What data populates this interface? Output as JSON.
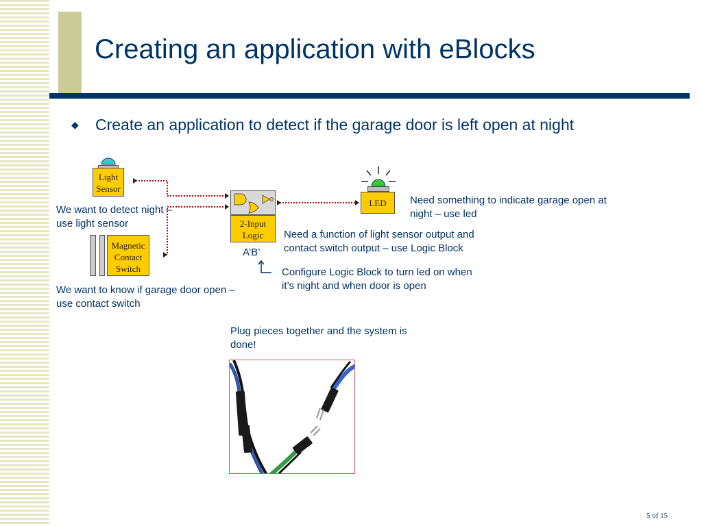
{
  "slide": {
    "title": "Creating an application with eBlocks",
    "bullet": "Create an application to detect if the garage door is left open at night",
    "page_number": "5 of 15"
  },
  "blocks": {
    "light_sensor": [
      "Light",
      "Sensor"
    ],
    "magnetic_switch": [
      "Magnetic",
      "Contact",
      "Switch"
    ],
    "logic": [
      "2-Input",
      "Logic"
    ],
    "led": "LED",
    "logic_expression": "A’B’"
  },
  "notes": {
    "detect_night": [
      "We want to detect night –",
      "use light sensor"
    ],
    "door_open": [
      "We want to know if garage door open –",
      "use contact switch"
    ],
    "led_need": [
      "Need something to indicate garage open at",
      "night – use led"
    ],
    "logic_need": [
      "Need a function of light sensor output and",
      "contact switch output – use Logic Block"
    ],
    "configure": [
      "Configure Logic Block to turn led on when",
      "it’s night and when door is open"
    ],
    "plug": [
      "Plug pieces together and the system is",
      "done!"
    ]
  },
  "colors": {
    "title_blue": "#003366",
    "block_yellow": "#ffcc00",
    "wire_red": "#cc0000",
    "led_green": "#33cc33",
    "sensor_cyan": "#33cccc"
  }
}
